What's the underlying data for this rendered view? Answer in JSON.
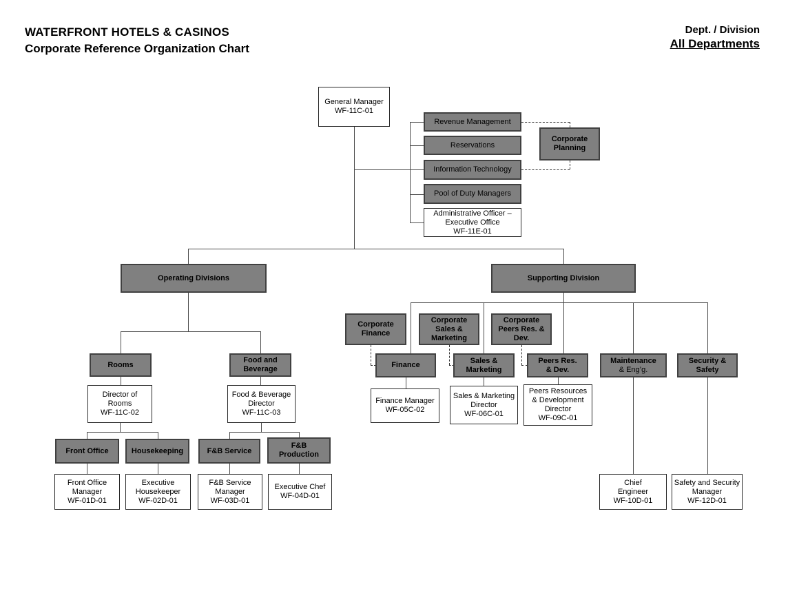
{
  "header": {
    "company": "WATERFRONT HOTELS & CASINOS",
    "title": "Corporate Reference Organization Chart",
    "dept_label": "Dept. / Division",
    "dept_value": "All Departments"
  },
  "colors": {
    "node_fill_gray": "#808080",
    "node_border": "#404040",
    "node_fill_white": "#ffffff",
    "connector": "#4a4a4a",
    "text": "#000000"
  },
  "nodes": {
    "gm": {
      "lines": [
        "General Manager",
        "WF-11C-01"
      ]
    },
    "revenue": {
      "lines": [
        "Revenue Management"
      ]
    },
    "reservations": {
      "lines": [
        "Reservations"
      ]
    },
    "it": {
      "lines": [
        "Information Technology"
      ]
    },
    "pool": {
      "lines": [
        "Pool of Duty Managers"
      ]
    },
    "admin": {
      "lines": [
        "Administrative Officer –",
        "Executive Office",
        "WF-11E-01"
      ]
    },
    "corp_planning": {
      "lines": [
        "Corporate",
        "Planning"
      ]
    },
    "operating": {
      "lines": [
        "Operating Divisions"
      ]
    },
    "supporting": {
      "lines": [
        "Supporting Division"
      ]
    },
    "rooms": {
      "lines": [
        "Rooms"
      ]
    },
    "fnb": {
      "lines": [
        "Food and",
        "Beverage"
      ]
    },
    "dir_rooms": {
      "lines": [
        "Director of",
        "Rooms",
        "WF-11C-02"
      ]
    },
    "fnb_dir": {
      "lines": [
        "Food & Beverage",
        "Director",
        "WF-11C-03"
      ]
    },
    "front_office": {
      "lines": [
        "Front Office"
      ]
    },
    "housekeeping": {
      "lines": [
        "Housekeeping"
      ]
    },
    "fb_service": {
      "lines": [
        "F&B Service"
      ]
    },
    "fb_production": {
      "lines": [
        "F&B",
        "Production"
      ]
    },
    "fo_mgr": {
      "lines": [
        "Front Office",
        "Manager",
        "WF-01D-01"
      ]
    },
    "exec_hk": {
      "lines": [
        "Executive",
        "Housekeeper",
        "WF-02D-01"
      ]
    },
    "fbs_mgr": {
      "lines": [
        "F&B Service",
        "Manager",
        "WF-03D-01"
      ]
    },
    "exec_chef": {
      "lines": [
        "Executive Chef",
        "WF-04D-01"
      ]
    },
    "corp_fin": {
      "lines": [
        "Corporate",
        "Finance"
      ]
    },
    "corp_sm": {
      "lines": [
        "Corporate",
        "Sales  &",
        "Marketing"
      ]
    },
    "corp_peers": {
      "lines": [
        "Corporate",
        "Peers Res. &",
        "Dev."
      ]
    },
    "finance": {
      "lines": [
        "Finance"
      ]
    },
    "sales_mkt": {
      "lines": [
        "Sales &",
        "Marketing"
      ]
    },
    "peers_rd": {
      "lines": [
        "Peers Res.",
        "& Dev."
      ]
    },
    "maintenance": {
      "lines": [
        "Maintenance",
        "& Eng’g."
      ]
    },
    "security": {
      "lines": [
        "Security &",
        "Safety"
      ]
    },
    "fin_mgr": {
      "lines": [
        "Finance Manager",
        "WF-05C-02"
      ]
    },
    "sm_dir": {
      "lines": [
        "Sales & Marketing",
        "Director",
        "WF-06C-01"
      ]
    },
    "peers_dir": {
      "lines": [
        "Peers Resources",
        "& Development",
        "Director",
        "WF-09C-01"
      ]
    },
    "chief_eng": {
      "lines": [
        "Chief",
        "Engineer",
        "WF-10D-01"
      ]
    },
    "ss_mgr": {
      "lines": [
        "Safety and Security",
        "Manager",
        "WF-12D-01"
      ]
    }
  }
}
